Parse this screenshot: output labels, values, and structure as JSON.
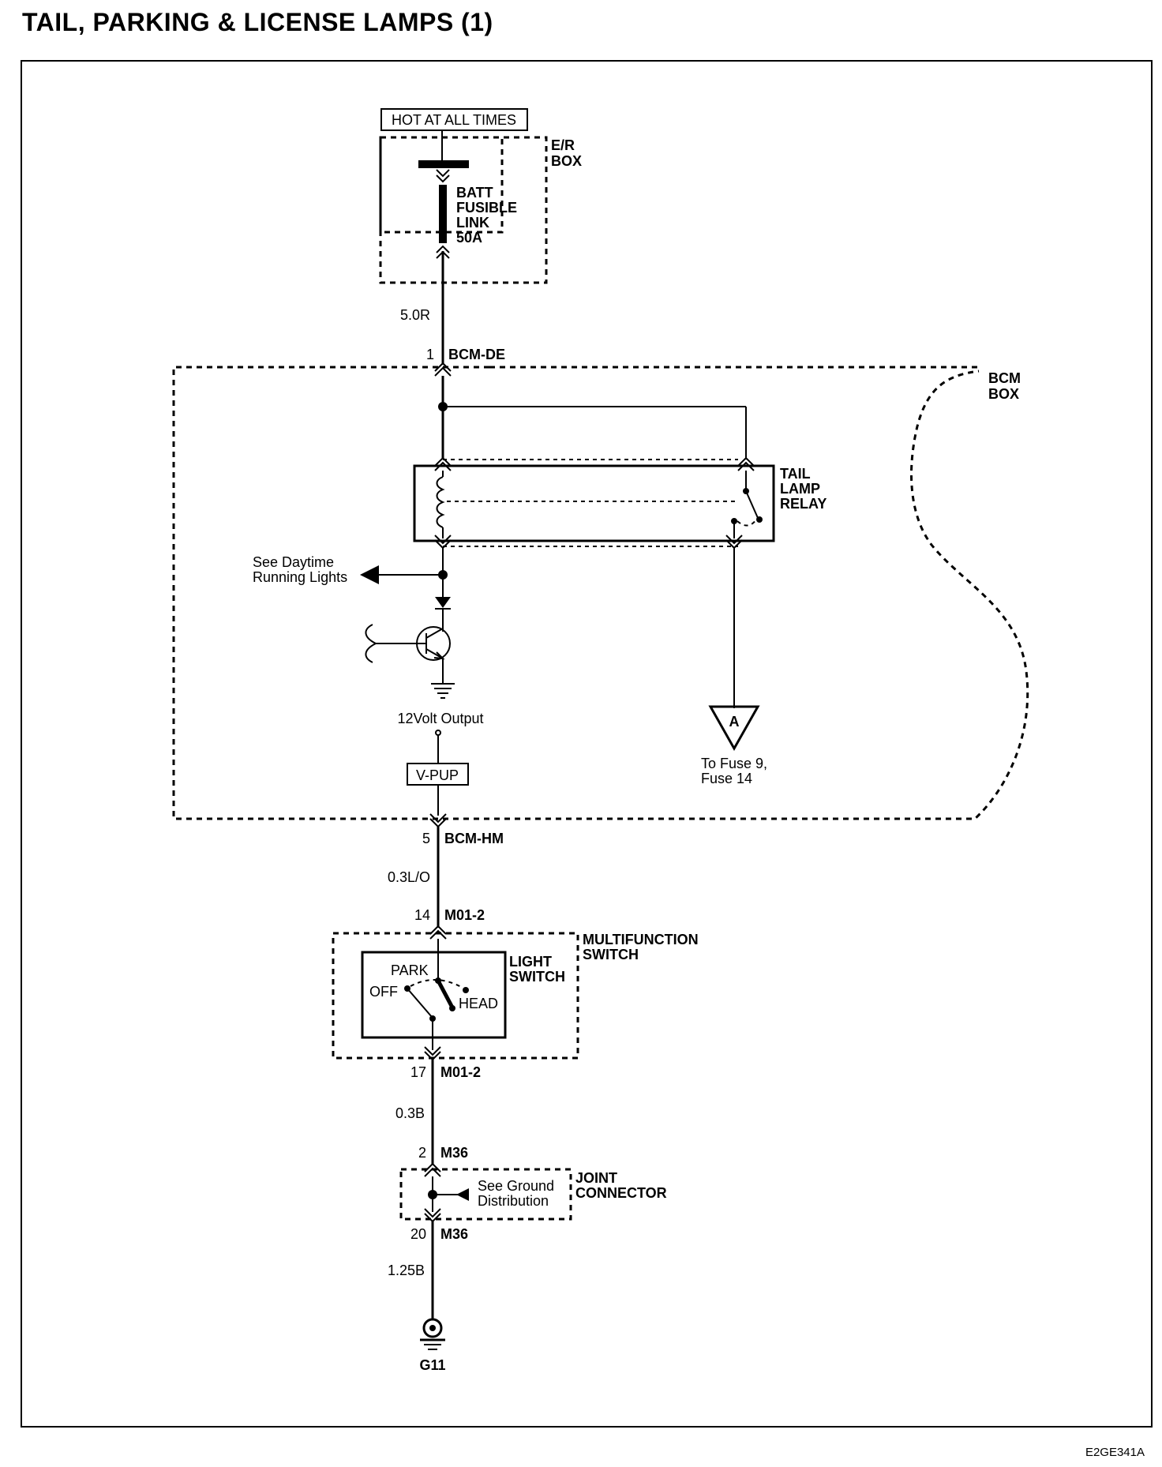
{
  "title": "TAIL, PARKING & LICENSE LAMPS (1)",
  "doc_id": "E2GE341A",
  "power": {
    "source_label": "HOT AT ALL TIMES",
    "er_box": [
      "E/R",
      "BOX"
    ],
    "fusible_link": [
      "BATT",
      "FUSIBLE",
      "LINK",
      "50A"
    ]
  },
  "wires": {
    "w1": "5.0R",
    "w2": "0.3L/O",
    "w3": "0.3B",
    "w4": "1.25B"
  },
  "connectors": {
    "c1_pin": "1",
    "c1_name": "BCM-DE",
    "c2_pin": "5",
    "c2_name": "BCM-HM",
    "c3_pin": "14",
    "c3_name": "M01-2",
    "c4_pin": "17",
    "c4_name": "M01-2",
    "c5_pin": "2",
    "c5_name": "M36",
    "c6_pin": "20",
    "c6_name": "M36"
  },
  "bcm": {
    "box_label": [
      "BCM",
      "BOX"
    ],
    "relay_label": [
      "TAIL",
      "LAMP",
      "RELAY"
    ],
    "drl_note": [
      "See Daytime",
      "Running Lights"
    ],
    "output_label": "12Volt Output",
    "vpup_label": "V-PUP",
    "fuse_ref_letter": "A",
    "fuse_ref_note": [
      "To Fuse 9,",
      "Fuse 14"
    ]
  },
  "multifunction_switch": {
    "label": [
      "MULTIFUNCTION",
      "SWITCH"
    ],
    "light_switch_label": [
      "LIGHT",
      "SWITCH"
    ],
    "positions": {
      "off": "OFF",
      "park": "PARK",
      "head": "HEAD"
    }
  },
  "joint_connector": {
    "label": [
      "JOINT",
      "CONNECTOR"
    ],
    "ground_note": [
      "See Ground",
      "Distribution"
    ]
  },
  "ground": {
    "name": "G11"
  }
}
